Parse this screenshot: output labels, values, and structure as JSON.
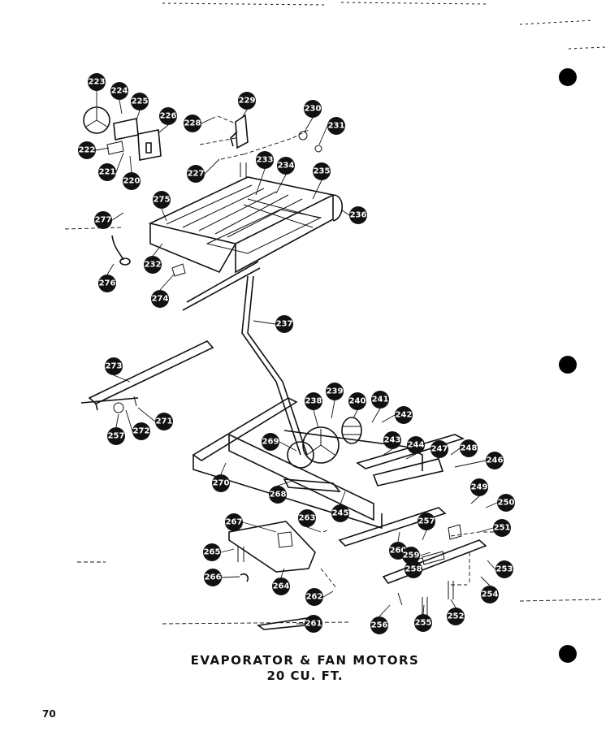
{
  "title_line_1": "EVAPORATOR & FAN MOTORS",
  "title_line_2": "20 CU. FT.",
  "page_number": "70",
  "callouts": [
    "223",
    "224",
    "225",
    "226",
    "222",
    "221",
    "220",
    "229",
    "228",
    "227",
    "230",
    "231",
    "233",
    "234",
    "235",
    "236",
    "275",
    "277",
    "232",
    "276",
    "274",
    "237",
    "273",
    "271",
    "272",
    "257",
    "239",
    "238",
    "240",
    "241",
    "242",
    "269",
    "243",
    "244",
    "247",
    "248",
    "246",
    "270",
    "268",
    "245",
    "249",
    "250",
    "251",
    "267",
    "263",
    "257",
    "260",
    "259",
    "258",
    "253",
    "265",
    "254",
    "266",
    "264",
    "262",
    "261",
    "256",
    "255",
    "252"
  ]
}
